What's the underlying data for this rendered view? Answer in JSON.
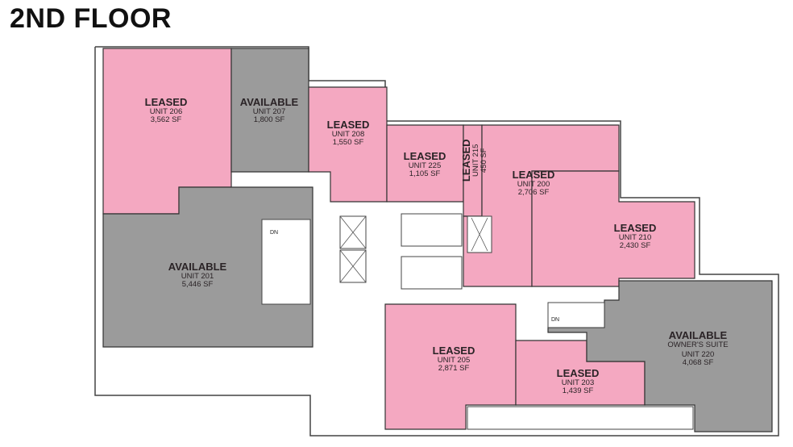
{
  "title": "2ND FLOOR",
  "colors": {
    "leased": "#f4a8c1",
    "available": "#9b9b9b",
    "walls": "#333333"
  },
  "units": [
    {
      "status": "LEASED",
      "unit": "UNIT 206",
      "area": "3,562 SF"
    },
    {
      "status": "AVAILABLE",
      "unit": "UNIT 207",
      "area": "1,800 SF"
    },
    {
      "status": "LEASED",
      "unit": "UNIT 208",
      "area": "1,550 SF"
    },
    {
      "status": "LEASED",
      "unit": "UNIT 225",
      "area": "1,105 SF"
    },
    {
      "status": "LEASED",
      "unit": "UNIT 215",
      "area": "450 SF"
    },
    {
      "status": "LEASED",
      "unit": "UNIT 200",
      "area": "2,706 SF"
    },
    {
      "status": "LEASED",
      "unit": "UNIT 210",
      "area": "2,430 SF"
    },
    {
      "status": "AVAILABLE",
      "unit": "UNIT 201",
      "area": "5,446 SF"
    },
    {
      "status": "LEASED",
      "unit": "UNIT 205",
      "area": "2,871 SF"
    },
    {
      "status": "LEASED",
      "unit": "UNIT 203",
      "area": "1,439 SF"
    },
    {
      "status": "AVAILABLE",
      "note": "OWNER'S SUITE",
      "unit": "UNIT 220",
      "area": "4,068 SF"
    }
  ],
  "stair_labels": [
    "DN",
    "DN"
  ]
}
